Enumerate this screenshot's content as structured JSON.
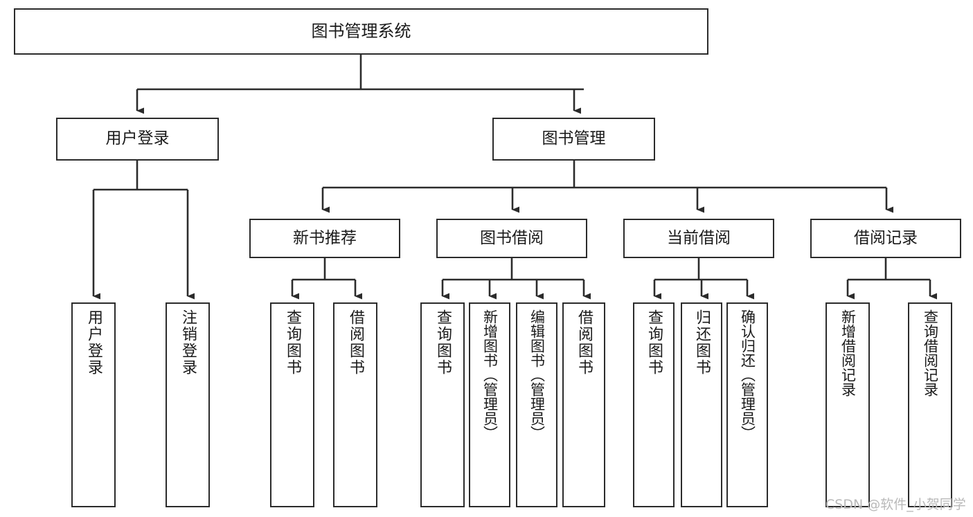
{
  "diagram": {
    "title": "图书管理系统",
    "type": "tree-hierarchy-chart",
    "line_color": "#2b2b2b",
    "box_fill": "#ffffff",
    "text_color": "#1a1a1a",
    "nodes": {
      "root": {
        "label": "图书管理系统"
      },
      "level2": [
        {
          "id": "user-login",
          "label": "用户登录"
        },
        {
          "id": "book-management",
          "label": "图书管理"
        }
      ],
      "level3": [
        {
          "id": "new-book-recommend",
          "label": "新书推荐"
        },
        {
          "id": "book-borrow",
          "label": "图书借阅"
        },
        {
          "id": "current-borrow",
          "label": "当前借阅"
        },
        {
          "id": "borrow-record",
          "label": "借阅记录"
        }
      ],
      "leaves": {
        "user_login": [
          {
            "id": "leaf-user-login",
            "label": "用户登录"
          },
          {
            "id": "leaf-logout-login",
            "label": "注销登录"
          }
        ],
        "new_book_recommend": [
          {
            "id": "leaf-query-book-1",
            "label": "查询图书"
          },
          {
            "id": "leaf-borrow-book-1",
            "label": "借阅图书"
          }
        ],
        "book_borrow": [
          {
            "id": "leaf-query-book-2",
            "label": "查询图书"
          },
          {
            "id": "leaf-add-book",
            "label": "新增图书（管理员）"
          },
          {
            "id": "leaf-edit-book",
            "label": "编辑图书（管理员）"
          },
          {
            "id": "leaf-borrow-book-2",
            "label": "借阅图书"
          }
        ],
        "current_borrow": [
          {
            "id": "leaf-query-book-3",
            "label": "查询图书"
          },
          {
            "id": "leaf-return-book",
            "label": "归还图书"
          },
          {
            "id": "leaf-confirm-return",
            "label": "确认归还（管理员）"
          }
        ],
        "borrow_record": [
          {
            "id": "leaf-add-record",
            "label": "新增借阅记录"
          },
          {
            "id": "leaf-query-record",
            "label": "查询借阅记录"
          }
        ]
      }
    }
  },
  "watermark": {
    "text": "CSDN @软件_小贺同学"
  }
}
